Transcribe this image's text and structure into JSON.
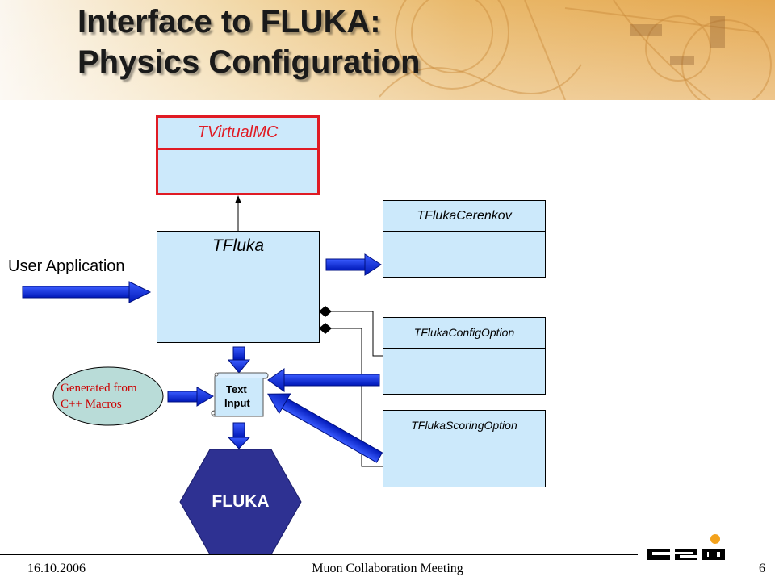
{
  "slide": {
    "title_line1": "Interface to FLUKA:",
    "title_line2": "Physics Configuration"
  },
  "diagram": {
    "vmc_class": "TVirtualMC",
    "fluka_class": "TFluka",
    "cerenkov_class": "TFlukaCerenkov",
    "config_class": "TFlukaConfigOption",
    "scoring_class": "TFlukaScoringOption",
    "user_app_label": "User Application",
    "generated_line1": "Generated from",
    "generated_line2": "C++ Macros",
    "text_input_line1": "Text",
    "text_input_line2": "Input",
    "fluka_label": "FLUKA"
  },
  "footer": {
    "date": "16.10.2006",
    "meeting": "Muon Collaboration Meeting",
    "page": "6"
  },
  "colors": {
    "class_fill": "#cce9fb",
    "highlight_border": "#e01b24",
    "arrow_blue": "#0a2ee6",
    "fluka_hexagon": "#2e3192",
    "ellipse_fill": "#b9dcd8",
    "generated_text": "#cc0000"
  }
}
